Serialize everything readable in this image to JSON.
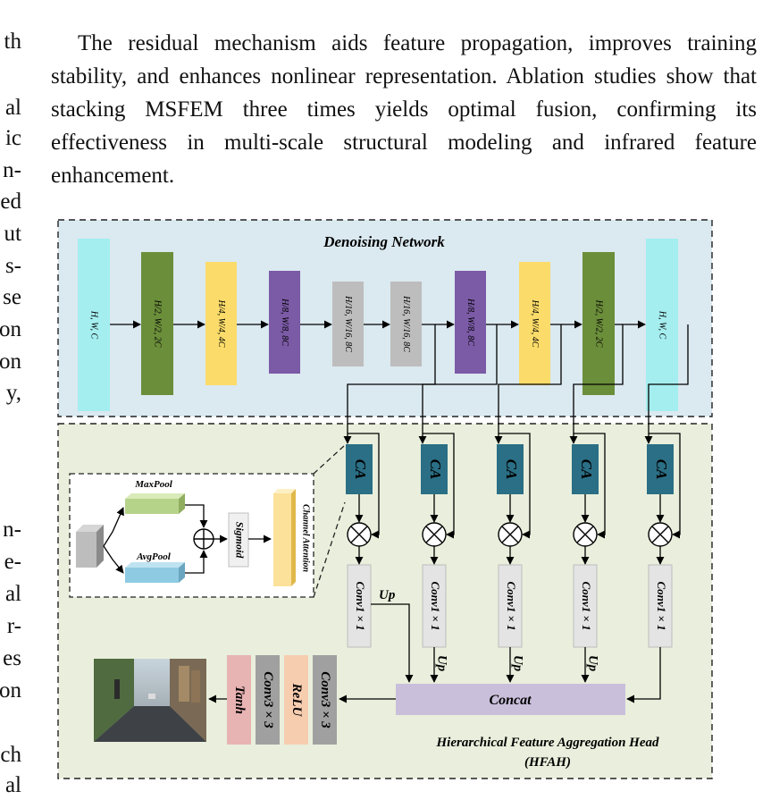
{
  "left_column_fragments": [
    "th",
    "al",
    "ic",
    "n-",
    "ed",
    "ut",
    "s-",
    "se",
    "on",
    "on",
    "y,",
    "n-",
    "e-",
    "al",
    "r-",
    "es",
    "on",
    "ch",
    "al"
  ],
  "paragraph": "The residual mechanism aids feature propagation, improves training stability, and enhances nonlinear representation. Ablation studies show that stacking MSFEM three times yields optimal fusion, confirming its effectiveness in multi-scale structural modeling and infrared feature enhancement.",
  "figure": {
    "denoising_title": "Denoising Network",
    "blocks": [
      {
        "label": "H, W, C",
        "color": "#a5eef0"
      },
      {
        "label": "H/2, W/2, 2C",
        "color": "#6b8e3a"
      },
      {
        "label": "H/4, W/4, 4C",
        "color": "#fbdc6a"
      },
      {
        "label": "H/8, W/8, 8C",
        "color": "#7b5aa6"
      },
      {
        "label": "H/16, W/16, 8C",
        "color": "#bdbdbd"
      },
      {
        "label": "H/16, W/16, 8C",
        "color": "#bdbdbd"
      },
      {
        "label": "H/8, W/8, 8C",
        "color": "#7b5aa6"
      },
      {
        "label": "H/4, W/4, 4C",
        "color": "#fbdc6a"
      },
      {
        "label": "H/2, W/2, 2C",
        "color": "#6b8e3a"
      },
      {
        "label": "H, W, C",
        "color": "#a5eef0"
      }
    ],
    "ca_label": "CA",
    "conv1_label": "Conv1 × 1",
    "up_label": "Up",
    "concat_label": "Concat",
    "head_blocks": [
      "Tanh",
      "Conv3 × 3",
      "ReLU",
      "Conv3 × 3"
    ],
    "maxpool_label": "MaxPool",
    "avgpool_label": "AvgPool",
    "sigmoid_label": "Sigmoid",
    "channel_attention_label": "Channel Attention",
    "hfah_title": "Hierarchical Feature Aggregation Head",
    "hfah_abbr": "(HFAH)",
    "colors": {
      "ca": "#2a6f85",
      "denoise_bg": "#dbe9f0",
      "hfah_bg": "#e9efdc",
      "concat": "#c9bfdb",
      "tanh": "#e8b3b3",
      "conv3": "#a0a0a0",
      "relu": "#f7cdb0"
    }
  }
}
